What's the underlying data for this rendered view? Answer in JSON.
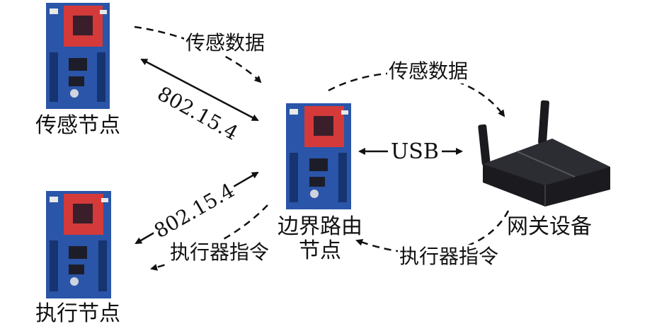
{
  "nodes": {
    "sensor": "传感节点",
    "actuator": "执行节点",
    "border_router_line1": "边界路由",
    "border_router_line2": "节点",
    "gateway": "网关设备"
  },
  "links": {
    "sensor_data_left": "传感数据",
    "sensor_data_right": "传感数据",
    "protocol_top": "802.15.4",
    "protocol_bottom": "802.15.4",
    "usb": "USB",
    "command_left": "执行器指令",
    "command_right": "执行器指令"
  },
  "colors": {
    "board_blue": "#2a55a8",
    "board_dark": "#16346f",
    "chip_red": "#d43a3a",
    "router_body": "#1b1b1f",
    "line": "#111111"
  }
}
